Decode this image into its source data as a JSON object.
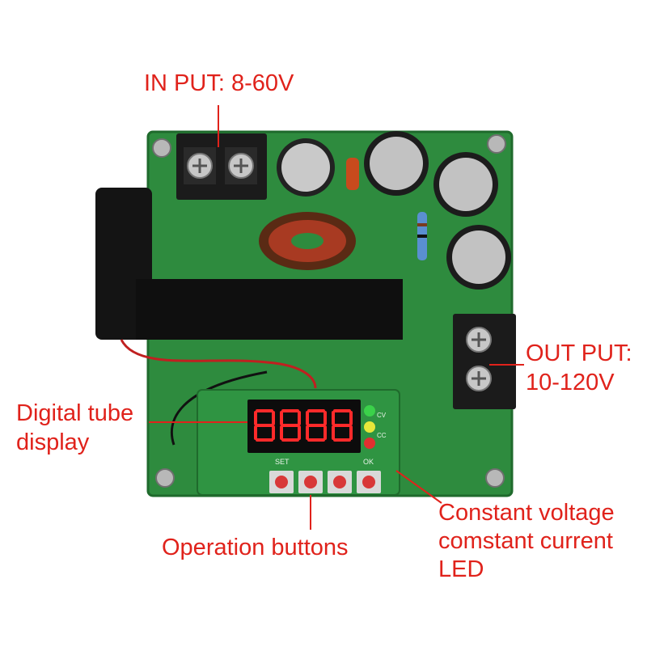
{
  "labels": {
    "input": "IN PUT: 8-60V",
    "output_line1": "OUT PUT:",
    "output_line2": "10-120V",
    "digital_tube_line1": "Digital tube",
    "digital_tube_line2": "display",
    "operation_buttons": "Operation buttons",
    "led_line1": "Constant voltage",
    "led_line2": "comstant current",
    "led_line3": "LED"
  },
  "board": {
    "button_labels": [
      "SET",
      "OK"
    ],
    "led_labels": [
      "CV",
      "CC"
    ]
  },
  "colors": {
    "annotation": "#e0221b",
    "pcb": "#2c8a3c",
    "display": "#0c0c0c",
    "segment": "#ff2a2a"
  }
}
